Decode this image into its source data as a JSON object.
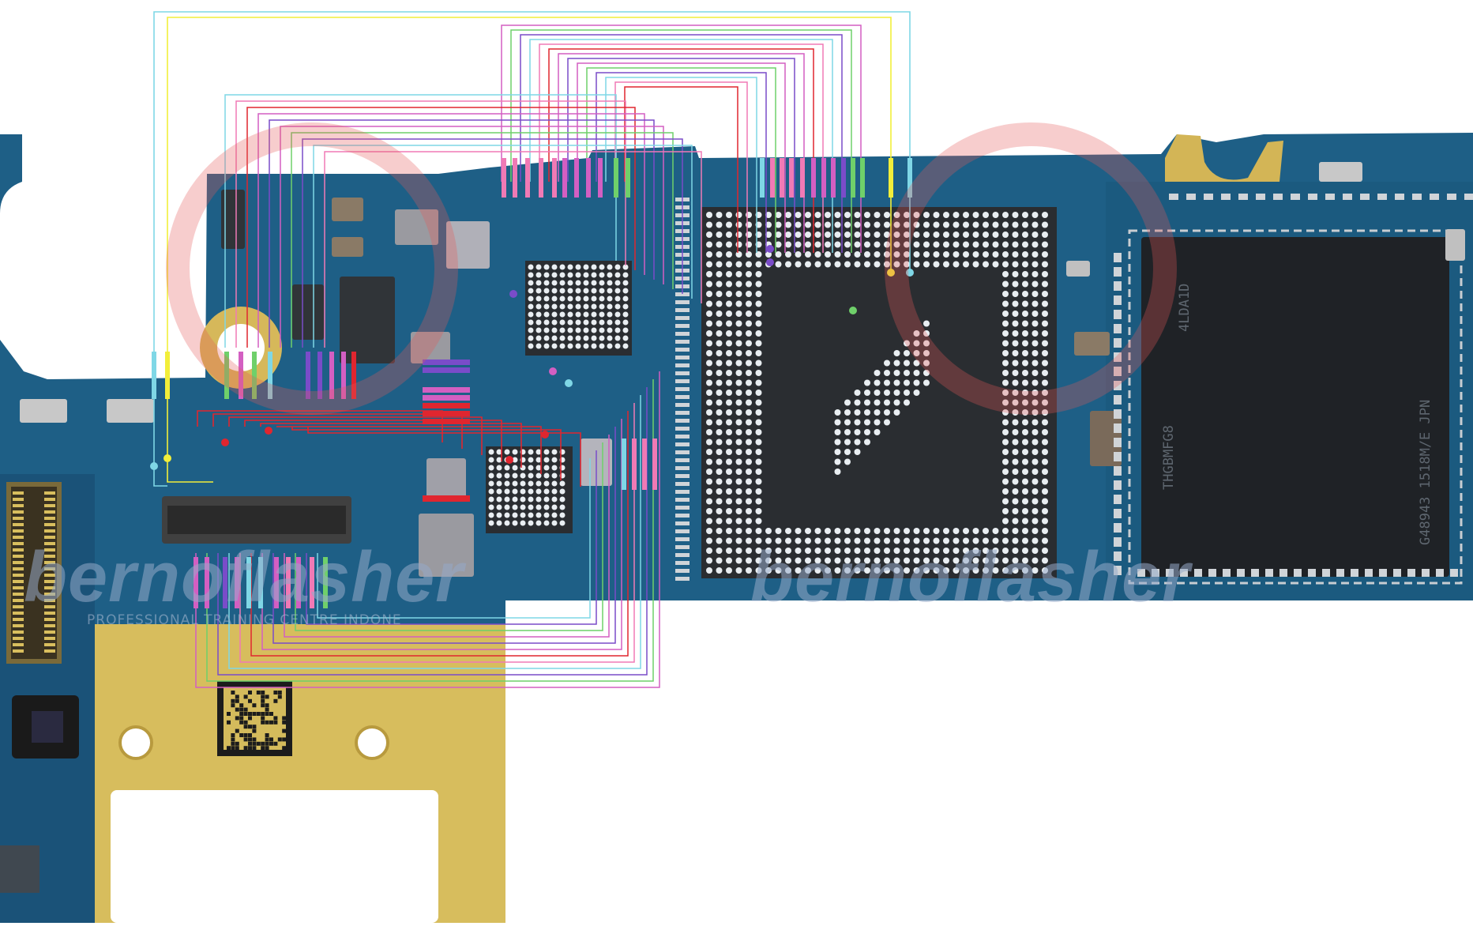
{
  "watermark": {
    "brand_left": "bernoflasher",
    "brand_right": "bernoflasher",
    "tagline": "PROFESSIONAL TRAINING CENTRE INDONE"
  },
  "chips": {
    "memory_line1": "THGBMFG8",
    "memory_line2": "4LDA1D",
    "memory_line3": "G48943 1518M/E JPN"
  },
  "colors": {
    "pcb": "#1e5f86",
    "pcb_dark": "#163f5c",
    "gold": "#d8be5e",
    "pad": "#e9eef2",
    "ic_black": "#1f2226",
    "trace_cyan": "#7fd7e6",
    "trace_yellow": "#f2ee3a",
    "trace_magenta": "#d35fc2",
    "trace_green": "#6fd06a",
    "trace_purple": "#7a4cc9",
    "trace_red": "#e0262f",
    "trace_pink": "#f07ab5"
  }
}
